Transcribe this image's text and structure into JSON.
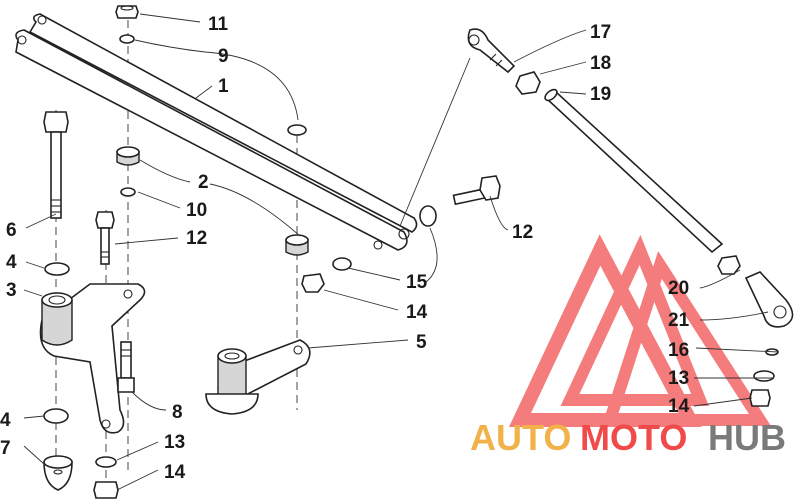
{
  "callouts": [
    {
      "id": "c11",
      "label": "11"
    },
    {
      "id": "c9",
      "label": "9"
    },
    {
      "id": "c1",
      "label": "1"
    },
    {
      "id": "c2",
      "label": "2"
    },
    {
      "id": "c10",
      "label": "10"
    },
    {
      "id": "c12a",
      "label": "12"
    },
    {
      "id": "c6",
      "label": "6"
    },
    {
      "id": "c4a",
      "label": "4"
    },
    {
      "id": "c3",
      "label": "3"
    },
    {
      "id": "c4b",
      "label": "4"
    },
    {
      "id": "c7",
      "label": "7"
    },
    {
      "id": "c8",
      "label": "8"
    },
    {
      "id": "c13a",
      "label": "13"
    },
    {
      "id": "c14a",
      "label": "14"
    },
    {
      "id": "c15",
      "label": "15"
    },
    {
      "id": "c14b",
      "label": "14"
    },
    {
      "id": "c5",
      "label": "5"
    },
    {
      "id": "c12b",
      "label": "12"
    },
    {
      "id": "c17",
      "label": "17"
    },
    {
      "id": "c18",
      "label": "18"
    },
    {
      "id": "c19",
      "label": "19"
    },
    {
      "id": "c20",
      "label": "20"
    },
    {
      "id": "c21",
      "label": "21"
    },
    {
      "id": "c16",
      "label": "16"
    },
    {
      "id": "c13b",
      "label": "13"
    },
    {
      "id": "c14c",
      "label": "14"
    }
  ],
  "watermark": {
    "text_auto": "AUTO",
    "text_moto": "MOTO",
    "text_hub": "HUB",
    "color_auto": "#f2b24a",
    "color_moto": "#f04a4a",
    "color_hub": "#7a7a7a",
    "logo_color": "#f04a4a"
  }
}
